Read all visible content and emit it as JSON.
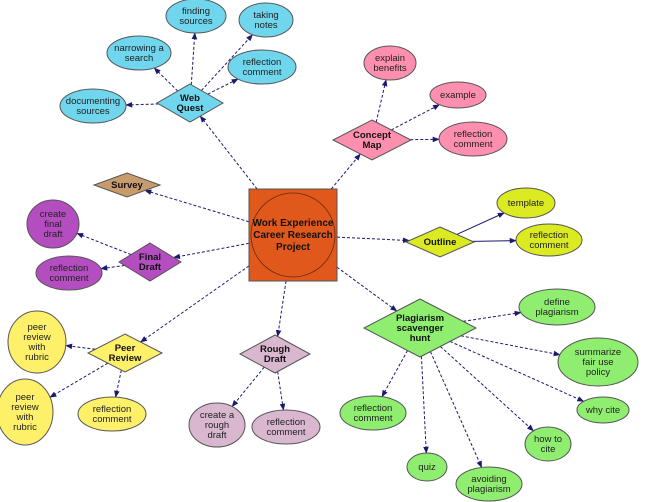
{
  "diagram": {
    "type": "concept-map",
    "nodes": [
      {
        "id": "center",
        "kind": "square",
        "lines": [
          "Work Experience",
          "Career Research",
          "Project"
        ],
        "color": "#e0581c"
      },
      {
        "id": "webquest",
        "kind": "diamond",
        "lines": [
          "Web",
          "Quest"
        ],
        "color": "#6fd6ee"
      },
      {
        "id": "finding",
        "kind": "ellipse",
        "lines": [
          "finding",
          "sources"
        ],
        "color": "#6fd6ee"
      },
      {
        "id": "taking",
        "kind": "ellipse",
        "lines": [
          "taking",
          "notes"
        ],
        "color": "#6fd6ee"
      },
      {
        "id": "narrowing",
        "kind": "ellipse",
        "lines": [
          "narrowing a",
          "search"
        ],
        "color": "#6fd6ee"
      },
      {
        "id": "wq_reflection",
        "kind": "ellipse",
        "lines": [
          "reflection",
          "comment"
        ],
        "color": "#6fd6ee"
      },
      {
        "id": "documenting",
        "kind": "ellipse",
        "lines": [
          "documenting",
          "sources"
        ],
        "color": "#6fd6ee"
      },
      {
        "id": "conceptmap",
        "kind": "diamond",
        "lines": [
          "Concept",
          "Map"
        ],
        "color": "#ff8fae"
      },
      {
        "id": "explain",
        "kind": "ellipse",
        "lines": [
          "explain",
          "benefits"
        ],
        "color": "#ff8fae"
      },
      {
        "id": "example",
        "kind": "ellipse",
        "lines": [
          "example"
        ],
        "color": "#ff8fae"
      },
      {
        "id": "cm_reflection",
        "kind": "ellipse",
        "lines": [
          "reflection",
          "comment"
        ],
        "color": "#ff8fae"
      },
      {
        "id": "survey",
        "kind": "diamond",
        "lines": [
          "Survey"
        ],
        "color": "#c89b6c"
      },
      {
        "id": "finaldraft",
        "kind": "diamond",
        "lines": [
          "Final",
          "Draft"
        ],
        "color": "#b44ec0"
      },
      {
        "id": "create_final",
        "kind": "ellipse",
        "lines": [
          "create",
          "final",
          "draft"
        ],
        "color": "#b44ec0"
      },
      {
        "id": "fd_reflection",
        "kind": "ellipse",
        "lines": [
          "reflection",
          "comment"
        ],
        "color": "#b44ec0"
      },
      {
        "id": "outline",
        "kind": "diamond",
        "lines": [
          "Outline"
        ],
        "color": "#dcea22"
      },
      {
        "id": "template",
        "kind": "ellipse",
        "lines": [
          "template"
        ],
        "color": "#dcea22"
      },
      {
        "id": "ol_reflection",
        "kind": "ellipse",
        "lines": [
          "reflection",
          "comment"
        ],
        "color": "#dcea22"
      },
      {
        "id": "plagiarism",
        "kind": "diamond",
        "lines": [
          "Plagiarism",
          "scavenger",
          "hunt"
        ],
        "color": "#8fee70"
      },
      {
        "id": "define",
        "kind": "ellipse",
        "lines": [
          "define",
          "plagiarism"
        ],
        "color": "#8fee70"
      },
      {
        "id": "summarize",
        "kind": "ellipse",
        "lines": [
          "summarize",
          "fair use",
          "policy"
        ],
        "color": "#8fee70"
      },
      {
        "id": "whycite",
        "kind": "ellipse",
        "lines": [
          "why cite"
        ],
        "color": "#8fee70"
      },
      {
        "id": "howcite",
        "kind": "ellipse",
        "lines": [
          "how to",
          "cite"
        ],
        "color": "#8fee70"
      },
      {
        "id": "avoiding",
        "kind": "ellipse",
        "lines": [
          "avoiding",
          "plagiarism"
        ],
        "color": "#8fee70"
      },
      {
        "id": "quiz",
        "kind": "ellipse",
        "lines": [
          "quiz"
        ],
        "color": "#8fee70"
      },
      {
        "id": "pl_reflection",
        "kind": "ellipse",
        "lines": [
          "reflection",
          "comment"
        ],
        "color": "#8fee70"
      },
      {
        "id": "roughdraft",
        "kind": "diamond",
        "lines": [
          "Rough",
          "Draft"
        ],
        "color": "#d9b8cf"
      },
      {
        "id": "create_rough",
        "kind": "ellipse",
        "lines": [
          "create a",
          "rough",
          "draft"
        ],
        "color": "#d9b8cf"
      },
      {
        "id": "rd_reflection",
        "kind": "ellipse",
        "lines": [
          "reflection",
          "comment"
        ],
        "color": "#d9b8cf"
      },
      {
        "id": "peerreview",
        "kind": "diamond",
        "lines": [
          "Peer",
          "Review"
        ],
        "color": "#fff06a"
      },
      {
        "id": "peer1",
        "kind": "ellipse",
        "lines": [
          "peer",
          "review",
          "with",
          "rubric"
        ],
        "color": "#fff06a"
      },
      {
        "id": "peer2",
        "kind": "ellipse",
        "lines": [
          "peer",
          "review",
          "with",
          "rubric"
        ],
        "color": "#fff06a"
      },
      {
        "id": "pr_reflection",
        "kind": "ellipse",
        "lines": [
          "reflection",
          "comment"
        ],
        "color": "#fff06a"
      }
    ],
    "edges": [
      [
        "center",
        "webquest"
      ],
      [
        "webquest",
        "finding"
      ],
      [
        "webquest",
        "taking"
      ],
      [
        "webquest",
        "narrowing"
      ],
      [
        "webquest",
        "wq_reflection"
      ],
      [
        "webquest",
        "documenting"
      ],
      [
        "center",
        "conceptmap"
      ],
      [
        "conceptmap",
        "explain"
      ],
      [
        "conceptmap",
        "example"
      ],
      [
        "conceptmap",
        "cm_reflection"
      ],
      [
        "center",
        "survey"
      ],
      [
        "center",
        "finaldraft"
      ],
      [
        "finaldraft",
        "create_final"
      ],
      [
        "finaldraft",
        "fd_reflection"
      ],
      [
        "center",
        "outline"
      ],
      [
        "outline",
        "template"
      ],
      [
        "outline",
        "ol_reflection"
      ],
      [
        "center",
        "plagiarism"
      ],
      [
        "plagiarism",
        "define"
      ],
      [
        "plagiarism",
        "summarize"
      ],
      [
        "plagiarism",
        "whycite"
      ],
      [
        "plagiarism",
        "howcite"
      ],
      [
        "plagiarism",
        "avoiding"
      ],
      [
        "plagiarism",
        "quiz"
      ],
      [
        "plagiarism",
        "pl_reflection"
      ],
      [
        "center",
        "roughdraft"
      ],
      [
        "roughdraft",
        "create_rough"
      ],
      [
        "roughdraft",
        "rd_reflection"
      ],
      [
        "center",
        "peerreview"
      ],
      [
        "peerreview",
        "peer1"
      ],
      [
        "peerreview",
        "peer2"
      ],
      [
        "peerreview",
        "pr_reflection"
      ]
    ]
  }
}
